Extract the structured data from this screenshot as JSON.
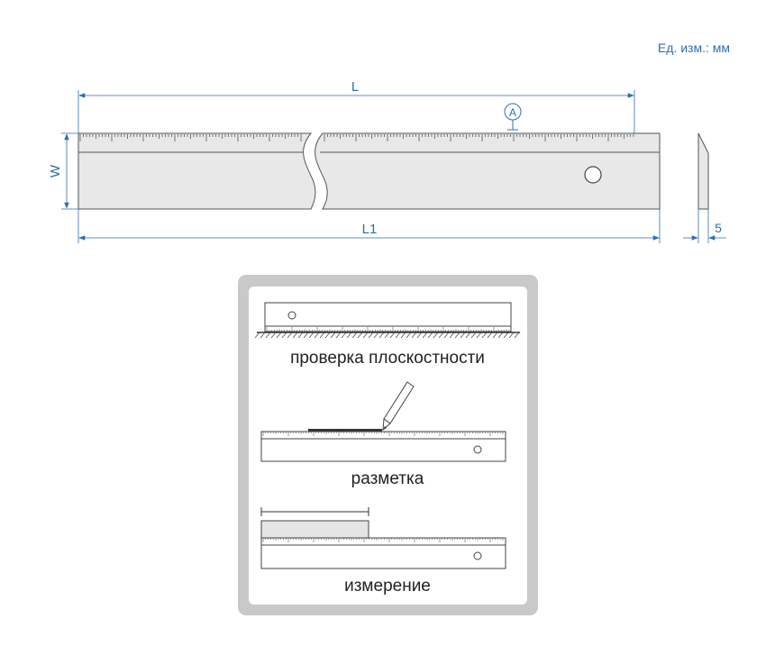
{
  "unit_label": "Ед. изм.: мм",
  "dimensions": {
    "length": "L",
    "overall_length": "L1",
    "width": "W",
    "thickness": "5",
    "detail_marker": "A"
  },
  "usage": {
    "flatness": "проверка плоскостности",
    "marking": "разметка",
    "measuring": "измерение"
  },
  "colors": {
    "dimension": "#2f6fb0",
    "blade_fill": "#e8e8e8",
    "panel_fill": "#f4f4f4",
    "panel_border": "#c8c8c8",
    "outline": "#333333"
  }
}
